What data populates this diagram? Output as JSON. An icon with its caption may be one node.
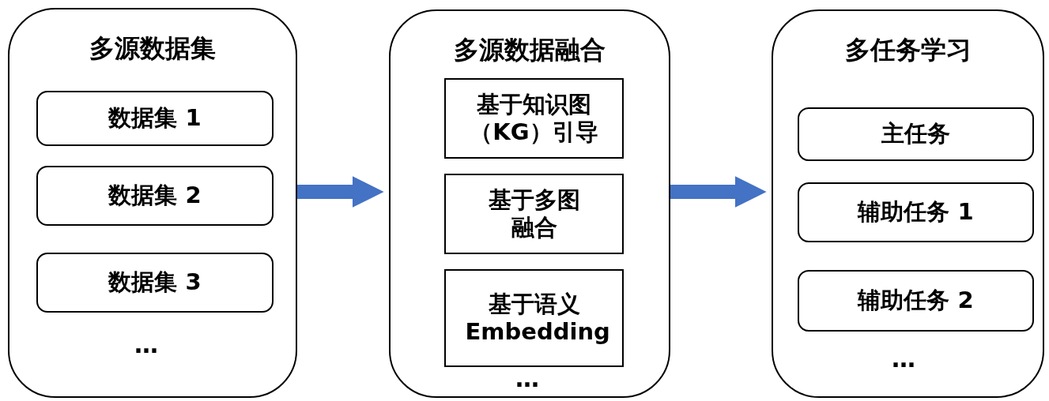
{
  "diagram": {
    "nodes": [
      {
        "text": [
          "多源数据集"
        ]
      },
      {
        "text": [
          "数据集 1"
        ],
        "in": 0
      },
      {
        "text": [
          "数据集 2"
        ],
        "in": 0
      },
      {
        "text": [
          "数据集 3"
        ],
        "in": 0
      },
      {
        "text": [
          "多源数据融合"
        ]
      },
      {
        "text": [
          "基于知识图（KG）引导"
        ],
        "in": 4
      },
      {
        "text": [
          "基于多图融合"
        ],
        "in": 4
      },
      {
        "text": [
          "基于语义 Embedding"
        ],
        "in": 4
      },
      {
        "text": [
          "多任务学习"
        ]
      },
      {
        "text": [
          "主任务"
        ],
        "in": 8
      },
      {
        "text": [
          "辅助任务 1"
        ],
        "in": 8
      },
      {
        "text": [
          "辅助任务 2"
        ],
        "in": 8
      }
    ],
    "edges": [
      {
        "from": 0,
        "to": 4,
        "arrow": "to",
        "color": "#4472c4"
      },
      {
        "from": 4,
        "to": 8,
        "arrow": "to",
        "color": "#4472c4"
      }
    ],
    "labels": [
      "…",
      "…",
      "…"
    ]
  }
}
